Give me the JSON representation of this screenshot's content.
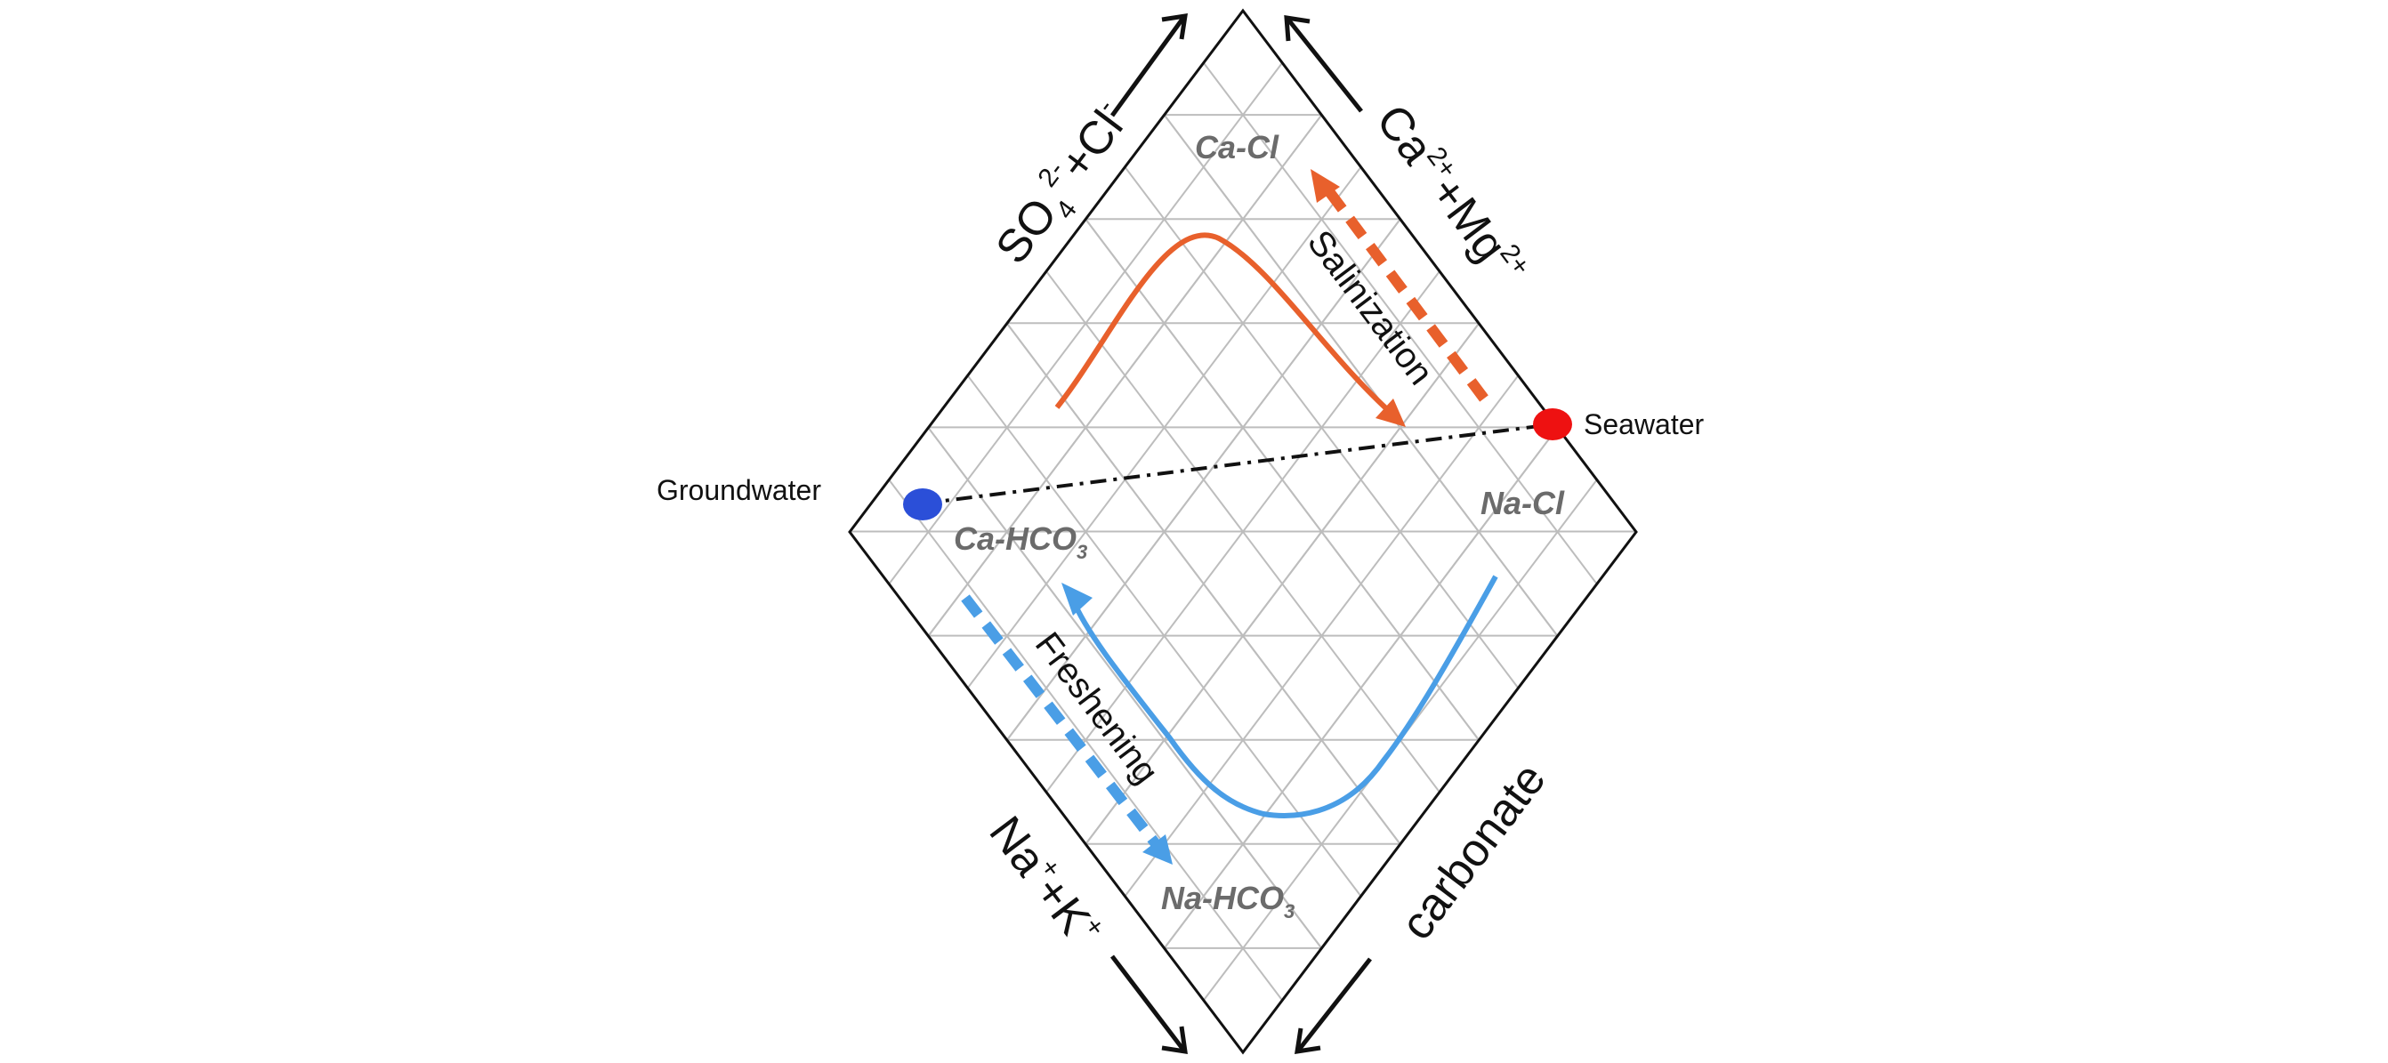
{
  "axes": {
    "upper_left": {
      "main": "SO",
      "sub": "4",
      "sup": "2-",
      "rest": "+Cl",
      "rest_sup": "-"
    },
    "upper_right": {
      "a": "Ca",
      "a_sup": "2+",
      "b": "+Mg",
      "b_sup": "2+"
    },
    "lower_left": {
      "a": "Na",
      "a_sup": "+",
      "b": "+K",
      "b_sup": "+"
    },
    "lower_right": {
      "text": "carbonate"
    }
  },
  "facies": {
    "ca_cl": "Ca-Cl",
    "ca_hco3": {
      "main": "Ca-HCO",
      "sub": "3"
    },
    "na_cl": "Na-Cl",
    "na_hco3": {
      "main": "Na-HCO",
      "sub": "3"
    }
  },
  "points": {
    "groundwater": {
      "label": "Groundwater",
      "color": "#2b4fd8"
    },
    "seawater": {
      "label": "Seawater",
      "color": "#ee1111"
    }
  },
  "processes": {
    "salinization": {
      "label": "Salinization",
      "color": "#e8602c"
    },
    "freshening": {
      "label": "Freshening",
      "color": "#4a9ee6"
    }
  },
  "colors": {
    "grid": "#bdbdbd",
    "outline": "#111111",
    "mixing_line": "#111111"
  }
}
